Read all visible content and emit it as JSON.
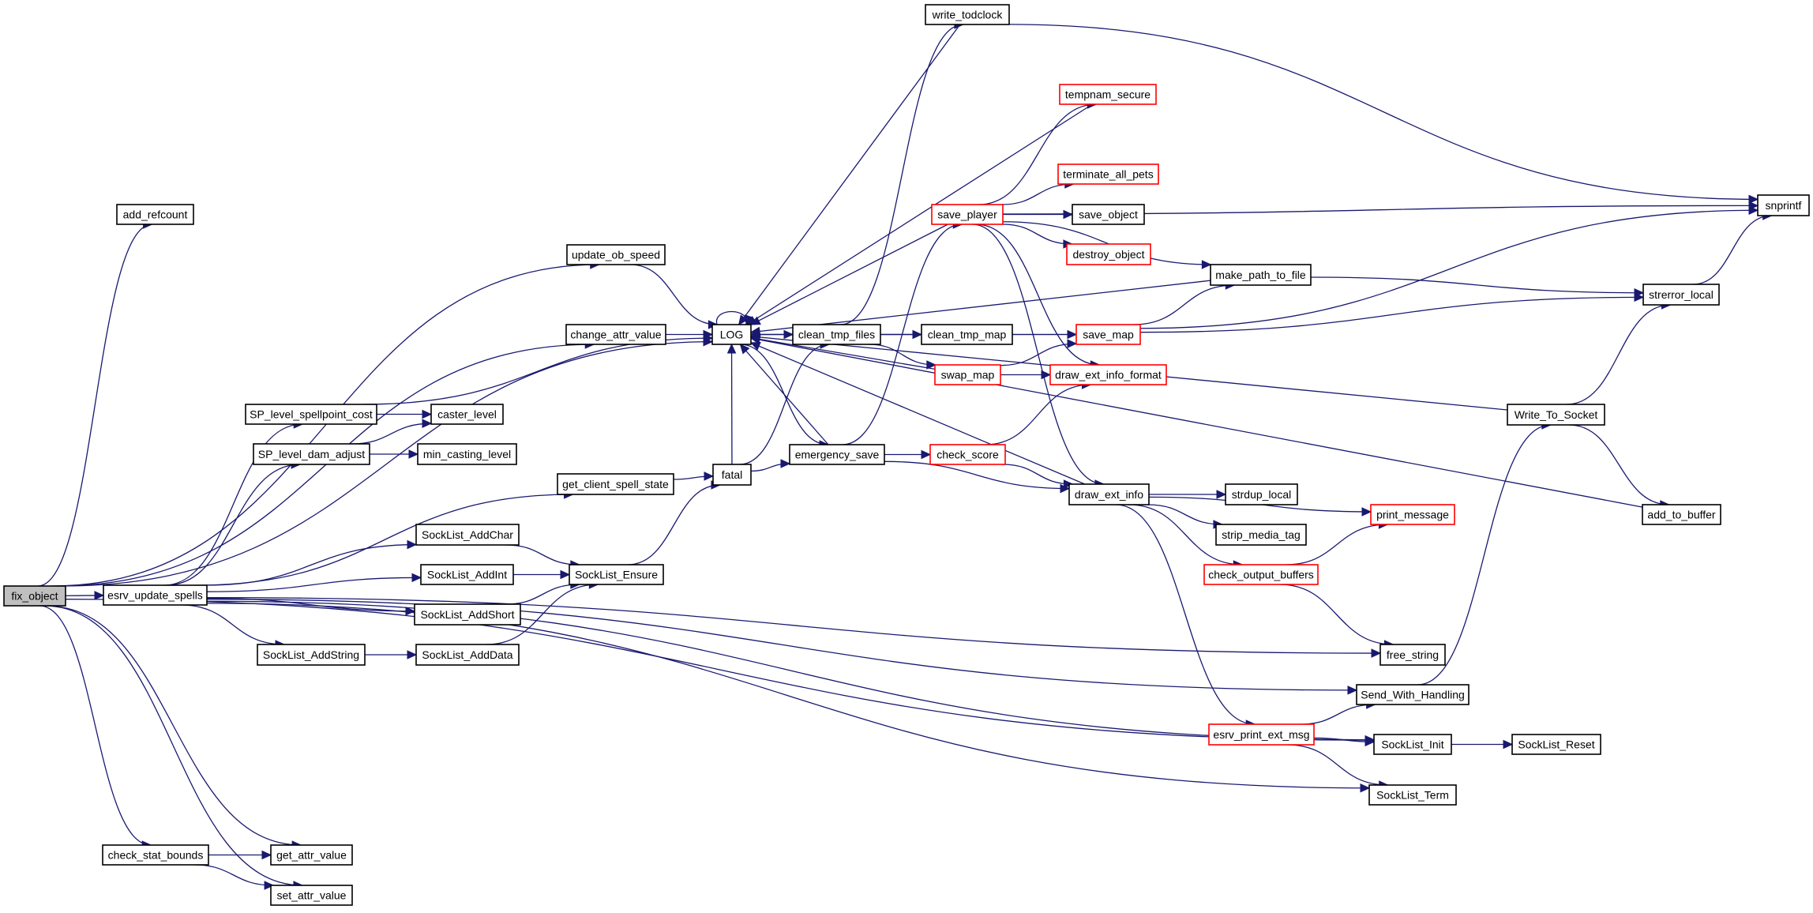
{
  "title": "fix_object call graph",
  "colors": {
    "edge": "#191970",
    "node_border": "#000000",
    "node_border_truncated": "#ff0000",
    "root_fill": "#bfbfbf",
    "node_fill": "#ffffff"
  },
  "legend": {
    "root": "fix_object",
    "red_border_meaning": "node has further (truncated) callees"
  },
  "nodes": [
    {
      "id": "fix_object",
      "label": "fix_object",
      "style": "root"
    },
    {
      "id": "add_refcount",
      "label": "add_refcount",
      "style": "normal"
    },
    {
      "id": "update_ob_speed",
      "label": "update_ob_speed",
      "style": "normal"
    },
    {
      "id": "change_attr_value",
      "label": "change_attr_value",
      "style": "normal"
    },
    {
      "id": "LOG",
      "label": "LOG",
      "style": "normal"
    },
    {
      "id": "SP_level_spellpoint_cost",
      "label": "SP_level_spellpoint_cost",
      "style": "normal"
    },
    {
      "id": "caster_level",
      "label": "caster_level",
      "style": "normal"
    },
    {
      "id": "SP_level_dam_adjust",
      "label": "SP_level_dam_adjust",
      "style": "normal"
    },
    {
      "id": "min_casting_level",
      "label": "min_casting_level",
      "style": "normal"
    },
    {
      "id": "get_client_spell_state",
      "label": "get_client_spell_state",
      "style": "normal"
    },
    {
      "id": "fatal",
      "label": "fatal",
      "style": "normal"
    },
    {
      "id": "esrv_update_spells",
      "label": "esrv_update_spells",
      "style": "normal"
    },
    {
      "id": "SockList_AddChar",
      "label": "SockList_AddChar",
      "style": "normal"
    },
    {
      "id": "SockList_AddInt",
      "label": "SockList_AddInt",
      "style": "normal"
    },
    {
      "id": "SockList_AddShort",
      "label": "SockList_AddShort",
      "style": "normal"
    },
    {
      "id": "SockList_AddString",
      "label": "SockList_AddString",
      "style": "normal"
    },
    {
      "id": "SockList_AddData",
      "label": "SockList_AddData",
      "style": "normal"
    },
    {
      "id": "SockList_Ensure",
      "label": "SockList_Ensure",
      "style": "normal"
    },
    {
      "id": "check_stat_bounds",
      "label": "check_stat_bounds",
      "style": "normal"
    },
    {
      "id": "get_attr_value",
      "label": "get_attr_value",
      "style": "normal"
    },
    {
      "id": "set_attr_value",
      "label": "set_attr_value",
      "style": "normal"
    },
    {
      "id": "write_todclock",
      "label": "write_todclock",
      "style": "normal"
    },
    {
      "id": "clean_tmp_files",
      "label": "clean_tmp_files",
      "style": "normal"
    },
    {
      "id": "clean_tmp_map",
      "label": "clean_tmp_map",
      "style": "normal"
    },
    {
      "id": "emergency_save",
      "label": "emergency_save",
      "style": "normal"
    },
    {
      "id": "tempnam_secure",
      "label": "tempnam_secure",
      "style": "truncated"
    },
    {
      "id": "terminate_all_pets",
      "label": "terminate_all_pets",
      "style": "truncated"
    },
    {
      "id": "save_player",
      "label": "save_player",
      "style": "truncated"
    },
    {
      "id": "save_object",
      "label": "save_object",
      "style": "normal"
    },
    {
      "id": "destroy_object",
      "label": "destroy_object",
      "style": "truncated"
    },
    {
      "id": "save_map",
      "label": "save_map",
      "style": "truncated"
    },
    {
      "id": "swap_map",
      "label": "swap_map",
      "style": "truncated"
    },
    {
      "id": "draw_ext_info_format",
      "label": "draw_ext_info_format",
      "style": "truncated"
    },
    {
      "id": "check_score",
      "label": "check_score",
      "style": "truncated"
    },
    {
      "id": "draw_ext_info",
      "label": "draw_ext_info",
      "style": "normal"
    },
    {
      "id": "make_path_to_file",
      "label": "make_path_to_file",
      "style": "normal"
    },
    {
      "id": "strdup_local",
      "label": "strdup_local",
      "style": "normal"
    },
    {
      "id": "strip_media_tag",
      "label": "strip_media_tag",
      "style": "normal"
    },
    {
      "id": "print_message",
      "label": "print_message",
      "style": "truncated"
    },
    {
      "id": "check_output_buffers",
      "label": "check_output_buffers",
      "style": "truncated"
    },
    {
      "id": "free_string",
      "label": "free_string",
      "style": "normal"
    },
    {
      "id": "Send_With_Handling",
      "label": "Send_With_Handling",
      "style": "normal"
    },
    {
      "id": "esrv_print_ext_msg",
      "label": "esrv_print_ext_msg",
      "style": "truncated"
    },
    {
      "id": "SockList_Init",
      "label": "SockList_Init",
      "style": "normal"
    },
    {
      "id": "SockList_Reset",
      "label": "SockList_Reset",
      "style": "normal"
    },
    {
      "id": "SockList_Term",
      "label": "SockList_Term",
      "style": "normal"
    },
    {
      "id": "snprintf",
      "label": "snprintf",
      "style": "normal"
    },
    {
      "id": "strerror_local",
      "label": "strerror_local",
      "style": "normal"
    },
    {
      "id": "Write_To_Socket",
      "label": "Write_To_Socket",
      "style": "normal"
    },
    {
      "id": "add_to_buffer",
      "label": "add_to_buffer",
      "style": "normal"
    }
  ],
  "edges": [
    [
      "fix_object",
      "add_refcount"
    ],
    [
      "fix_object",
      "update_ob_speed"
    ],
    [
      "fix_object",
      "LOG"
    ],
    [
      "fix_object",
      "change_attr_value"
    ],
    [
      "fix_object",
      "esrv_update_spells"
    ],
    [
      "fix_object",
      "SockList_Init"
    ],
    [
      "fix_object",
      "check_stat_bounds"
    ],
    [
      "fix_object",
      "get_attr_value"
    ],
    [
      "fix_object",
      "set_attr_value"
    ],
    [
      "update_ob_speed",
      "LOG"
    ],
    [
      "change_attr_value",
      "LOG"
    ],
    [
      "LOG",
      "LOG"
    ],
    [
      "LOG",
      "clean_tmp_files"
    ],
    [
      "LOG",
      "emergency_save"
    ],
    [
      "SP_level_spellpoint_cost",
      "LOG"
    ],
    [
      "SP_level_spellpoint_cost",
      "caster_level"
    ],
    [
      "SP_level_dam_adjust",
      "caster_level"
    ],
    [
      "SP_level_dam_adjust",
      "min_casting_level"
    ],
    [
      "esrv_update_spells",
      "SP_level_spellpoint_cost"
    ],
    [
      "esrv_update_spells",
      "SP_level_dam_adjust"
    ],
    [
      "esrv_update_spells",
      "get_client_spell_state"
    ],
    [
      "esrv_update_spells",
      "SockList_AddChar"
    ],
    [
      "esrv_update_spells",
      "SockList_AddInt"
    ],
    [
      "esrv_update_spells",
      "SockList_AddShort"
    ],
    [
      "esrv_update_spells",
      "SockList_AddString"
    ],
    [
      "esrv_update_spells",
      "free_string"
    ],
    [
      "esrv_update_spells",
      "Send_With_Handling"
    ],
    [
      "esrv_update_spells",
      "SockList_Init"
    ],
    [
      "esrv_update_spells",
      "SockList_Term"
    ],
    [
      "get_client_spell_state",
      "fatal"
    ],
    [
      "SockList_AddChar",
      "SockList_Ensure"
    ],
    [
      "SockList_AddInt",
      "SockList_Ensure"
    ],
    [
      "SockList_AddShort",
      "SockList_Ensure"
    ],
    [
      "SockList_AddString",
      "SockList_AddData"
    ],
    [
      "SockList_AddData",
      "SockList_Ensure"
    ],
    [
      "SockList_Ensure",
      "fatal"
    ],
    [
      "fatal",
      "LOG"
    ],
    [
      "fatal",
      "clean_tmp_files"
    ],
    [
      "fatal",
      "emergency_save"
    ],
    [
      "check_stat_bounds",
      "get_attr_value"
    ],
    [
      "check_stat_bounds",
      "set_attr_value"
    ],
    [
      "write_todclock",
      "LOG"
    ],
    [
      "write_todclock",
      "snprintf"
    ],
    [
      "clean_tmp_files",
      "LOG"
    ],
    [
      "clean_tmp_files",
      "write_todclock"
    ],
    [
      "clean_tmp_files",
      "clean_tmp_map"
    ],
    [
      "clean_tmp_files",
      "swap_map"
    ],
    [
      "clean_tmp_files",
      "save_map"
    ],
    [
      "emergency_save",
      "LOG"
    ],
    [
      "emergency_save",
      "save_player"
    ],
    [
      "emergency_save",
      "check_score"
    ],
    [
      "emergency_save",
      "draw_ext_info"
    ],
    [
      "tempnam_secure",
      "LOG"
    ],
    [
      "save_player",
      "LOG"
    ],
    [
      "save_player",
      "tempnam_secure"
    ],
    [
      "save_player",
      "terminate_all_pets"
    ],
    [
      "save_player",
      "save_object"
    ],
    [
      "save_player",
      "destroy_object"
    ],
    [
      "save_player",
      "make_path_to_file"
    ],
    [
      "save_player",
      "snprintf"
    ],
    [
      "save_player",
      "draw_ext_info_format"
    ],
    [
      "save_player",
      "draw_ext_info"
    ],
    [
      "make_path_to_file",
      "LOG"
    ],
    [
      "make_path_to_file",
      "strerror_local"
    ],
    [
      "save_map",
      "LOG"
    ],
    [
      "save_map",
      "make_path_to_file"
    ],
    [
      "save_map",
      "strerror_local"
    ],
    [
      "save_map",
      "snprintf"
    ],
    [
      "swap_map",
      "LOG"
    ],
    [
      "swap_map",
      "save_map"
    ],
    [
      "swap_map",
      "draw_ext_info_format"
    ],
    [
      "check_score",
      "draw_ext_info_format"
    ],
    [
      "check_score",
      "draw_ext_info"
    ],
    [
      "draw_ext_info",
      "LOG"
    ],
    [
      "draw_ext_info",
      "strdup_local"
    ],
    [
      "draw_ext_info",
      "strip_media_tag"
    ],
    [
      "draw_ext_info",
      "print_message"
    ],
    [
      "draw_ext_info",
      "check_output_buffers"
    ],
    [
      "draw_ext_info",
      "esrv_print_ext_msg"
    ],
    [
      "check_output_buffers",
      "print_message"
    ],
    [
      "check_output_buffers",
      "free_string"
    ],
    [
      "esrv_print_ext_msg",
      "Send_With_Handling"
    ],
    [
      "esrv_print_ext_msg",
      "SockList_Init"
    ],
    [
      "esrv_print_ext_msg",
      "SockList_Term"
    ],
    [
      "SockList_Init",
      "SockList_Reset"
    ],
    [
      "Send_With_Handling",
      "Write_To_Socket"
    ],
    [
      "Write_To_Socket",
      "LOG"
    ],
    [
      "Write_To_Socket",
      "strerror_local"
    ],
    [
      "Write_To_Socket",
      "add_to_buffer"
    ],
    [
      "strerror_local",
      "snprintf"
    ],
    [
      "add_to_buffer",
      "LOG"
    ]
  ]
}
